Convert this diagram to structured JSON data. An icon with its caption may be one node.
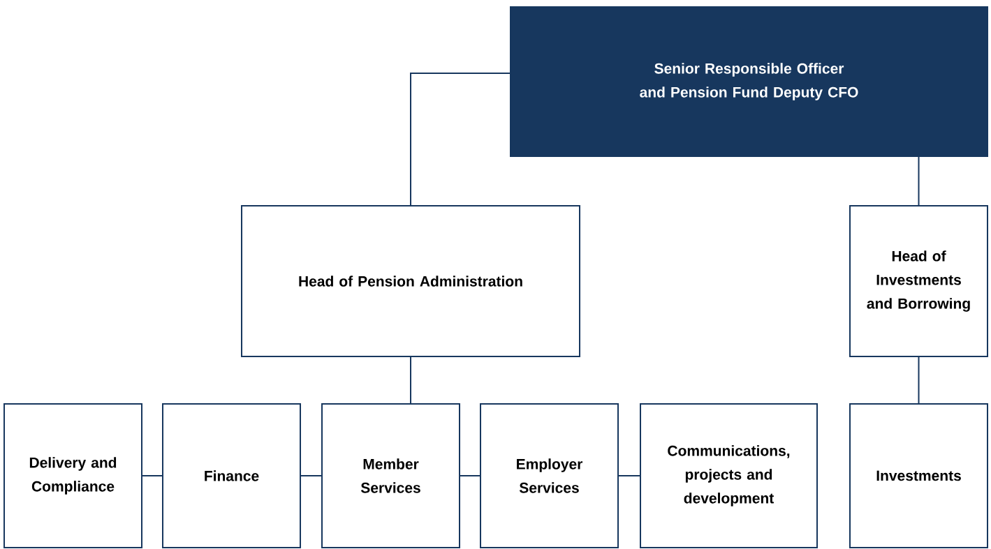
{
  "diagram": {
    "nodes": [
      {
        "text": [
          "Senior Responsible Officer and Pension Fund Deputy CFO"
        ]
      },
      {
        "text": [
          "Head of Pension Administration"
        ]
      },
      {
        "text": [
          "Head of Investments and Borrowing"
        ]
      },
      {
        "text": [
          "Delivery and Compliance"
        ]
      },
      {
        "text": [
          "Finance"
        ]
      },
      {
        "text": [
          "Member Services"
        ]
      },
      {
        "text": [
          "Employer Services"
        ]
      },
      {
        "text": [
          "Communications, projects and development"
        ]
      },
      {
        "text": [
          "Investments"
        ]
      }
    ],
    "edges": [
      {
        "from": 0,
        "to": 1,
        "arrow": "none"
      },
      {
        "from": 0,
        "to": 2,
        "arrow": "none"
      },
      {
        "from": 1,
        "to": 5,
        "arrow": "none"
      },
      {
        "from": 2,
        "to": 8,
        "arrow": "none"
      },
      {
        "from": 3,
        "to": 4,
        "arrow": "none"
      },
      {
        "from": 4,
        "to": 5,
        "arrow": "none"
      },
      {
        "from": 5,
        "to": 6,
        "arrow": "none"
      },
      {
        "from": 6,
        "to": 7,
        "arrow": "none"
      }
    ]
  }
}
